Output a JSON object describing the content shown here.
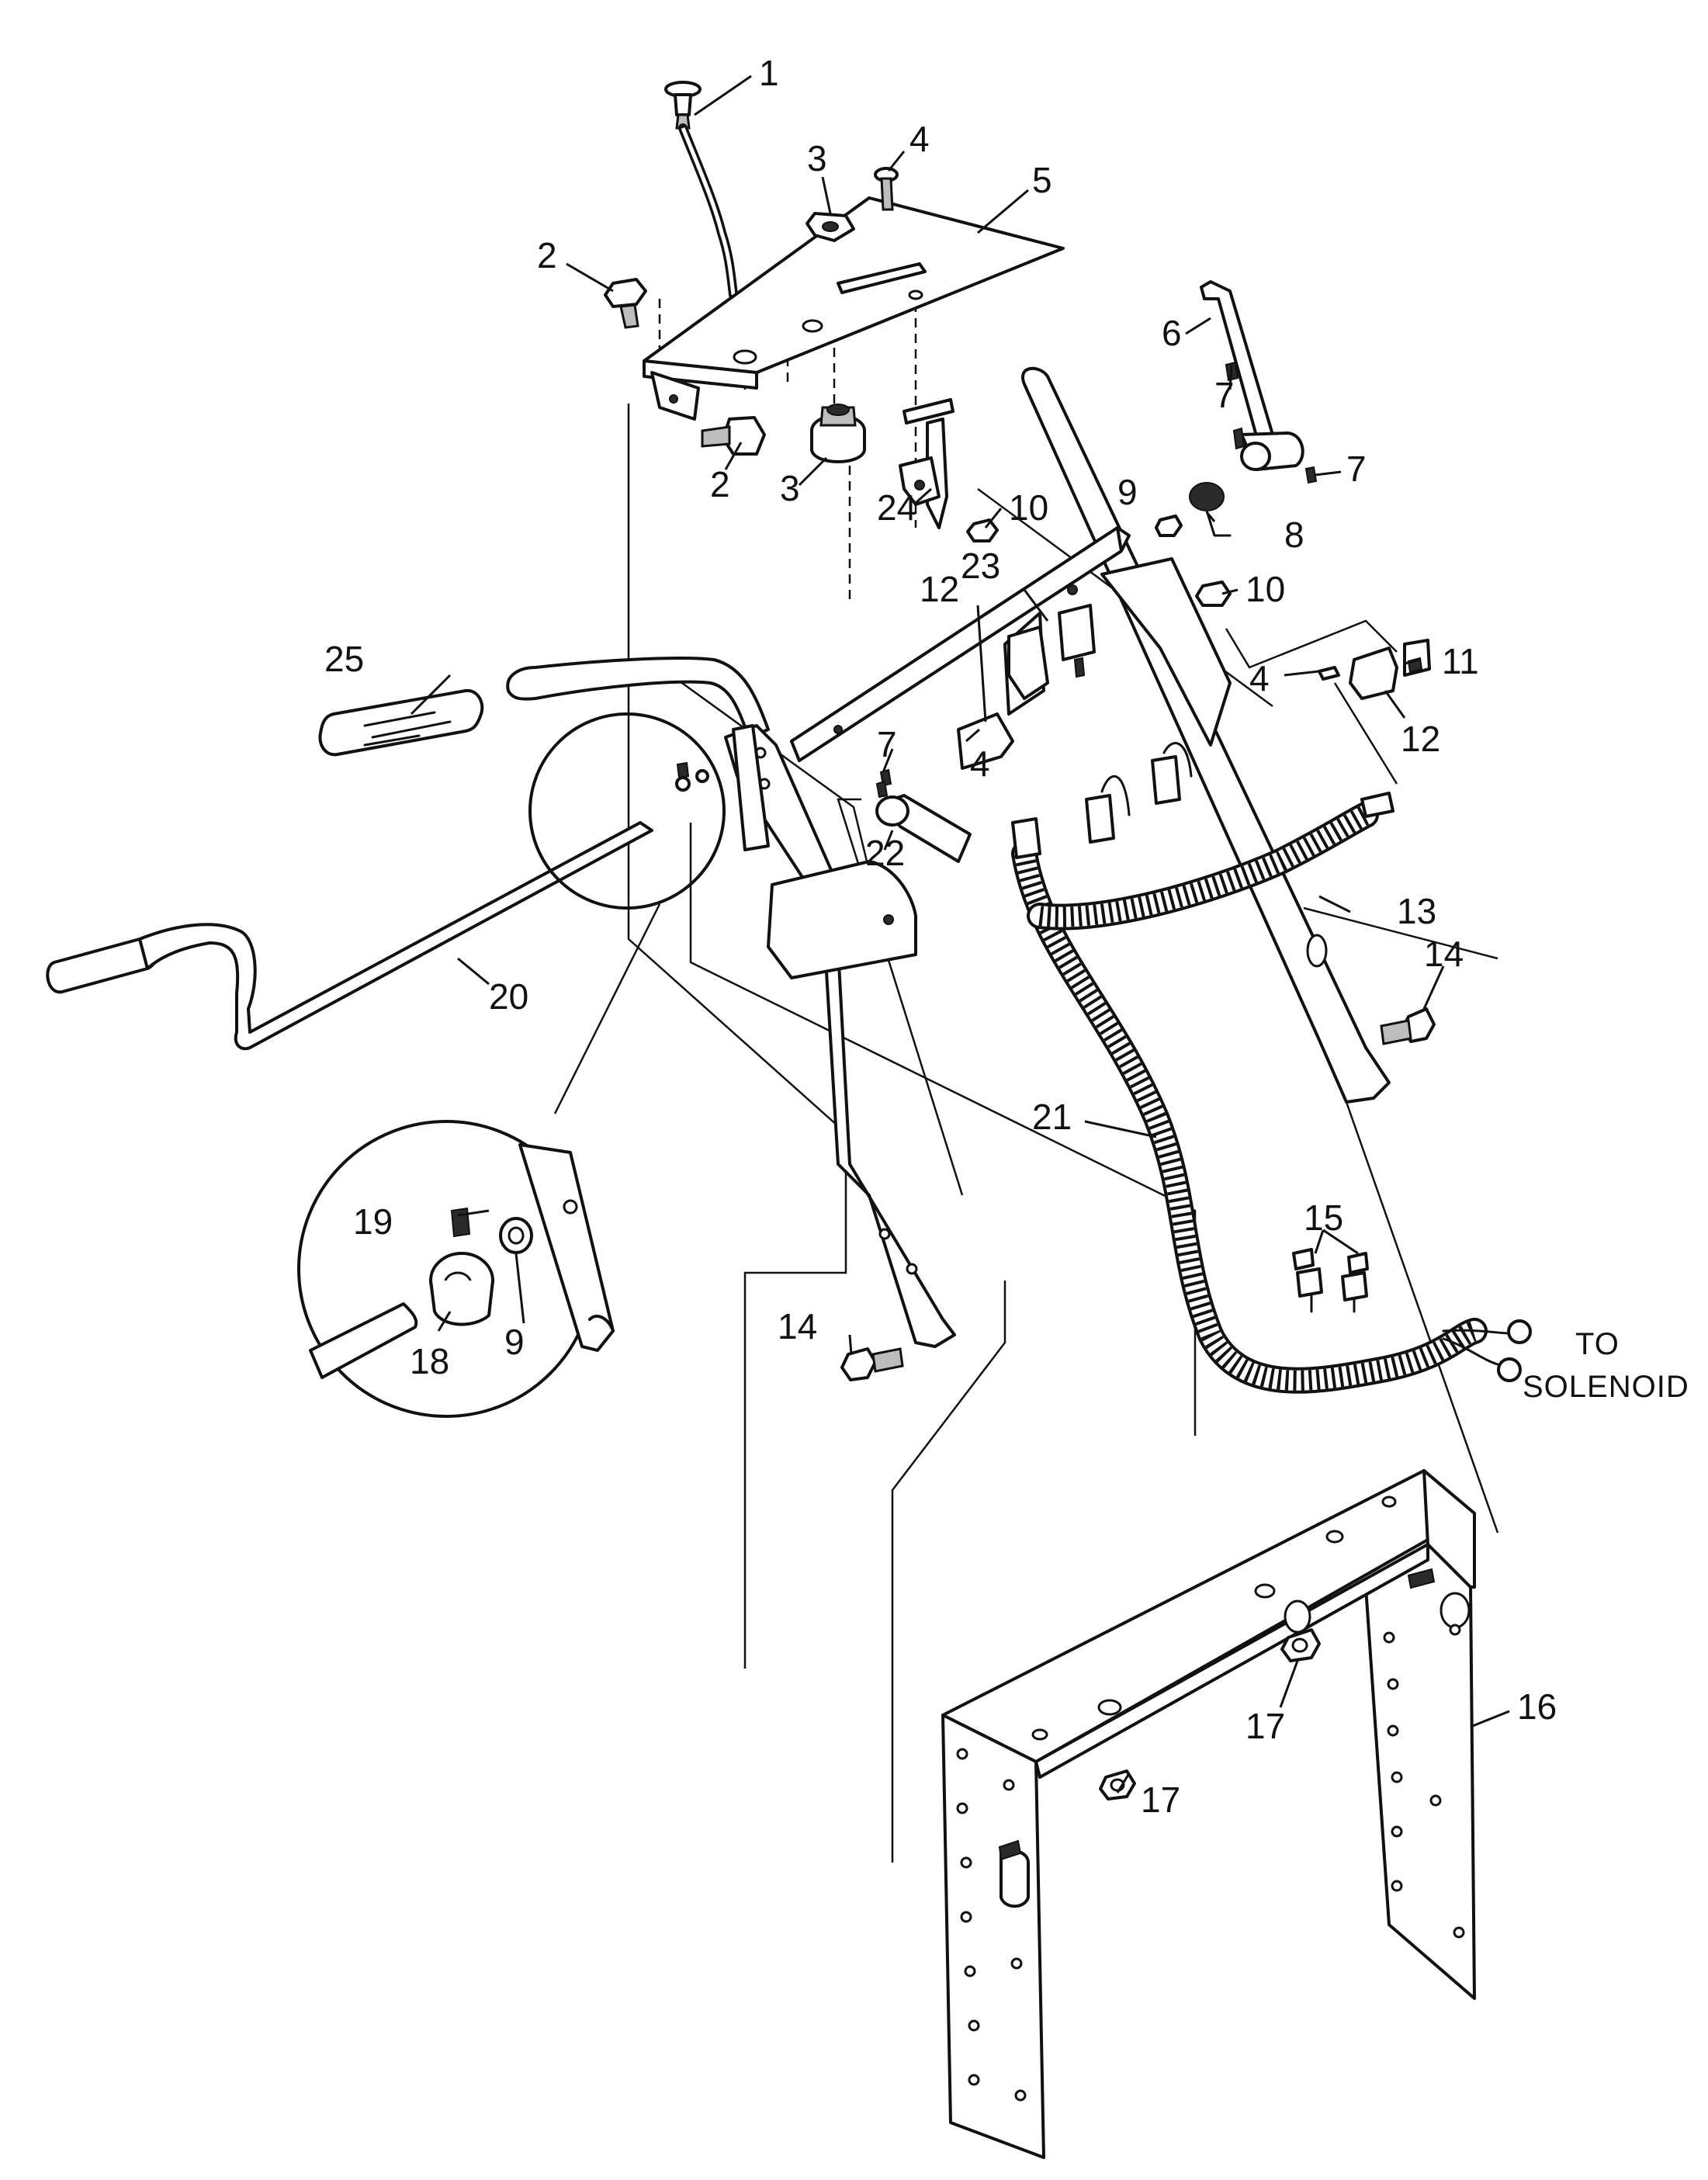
{
  "diagram": {
    "callouts": [
      {
        "id": "c1",
        "text": "1"
      },
      {
        "id": "c2a",
        "text": "2"
      },
      {
        "id": "c2b",
        "text": "2"
      },
      {
        "id": "c3a",
        "text": "3"
      },
      {
        "id": "c3b",
        "text": "3"
      },
      {
        "id": "c4a",
        "text": "4"
      },
      {
        "id": "c4b",
        "text": "4"
      },
      {
        "id": "c4c",
        "text": "4"
      },
      {
        "id": "c5",
        "text": "5"
      },
      {
        "id": "c6",
        "text": "6"
      },
      {
        "id": "c7a",
        "text": "7"
      },
      {
        "id": "c7b",
        "text": "7"
      },
      {
        "id": "c7c",
        "text": "7"
      },
      {
        "id": "c8",
        "text": "8"
      },
      {
        "id": "c9a",
        "text": "9"
      },
      {
        "id": "c9b",
        "text": "9"
      },
      {
        "id": "c10a",
        "text": "10"
      },
      {
        "id": "c10b",
        "text": "10"
      },
      {
        "id": "c11",
        "text": "11"
      },
      {
        "id": "c12a",
        "text": "12"
      },
      {
        "id": "c12b",
        "text": "12"
      },
      {
        "id": "c13",
        "text": "13"
      },
      {
        "id": "c14a",
        "text": "14"
      },
      {
        "id": "c14b",
        "text": "14"
      },
      {
        "id": "c15",
        "text": "15"
      },
      {
        "id": "c16",
        "text": "16"
      },
      {
        "id": "c17a",
        "text": "17"
      },
      {
        "id": "c17b",
        "text": "17"
      },
      {
        "id": "c18",
        "text": "18"
      },
      {
        "id": "c19",
        "text": "19"
      },
      {
        "id": "c20",
        "text": "20"
      },
      {
        "id": "c21",
        "text": "21"
      },
      {
        "id": "c22",
        "text": "22"
      },
      {
        "id": "c23",
        "text": "23"
      },
      {
        "id": "c24",
        "text": "24"
      },
      {
        "id": "c25",
        "text": "25"
      }
    ],
    "note": {
      "line1": "TO",
      "line2": "SOLENOID"
    }
  }
}
